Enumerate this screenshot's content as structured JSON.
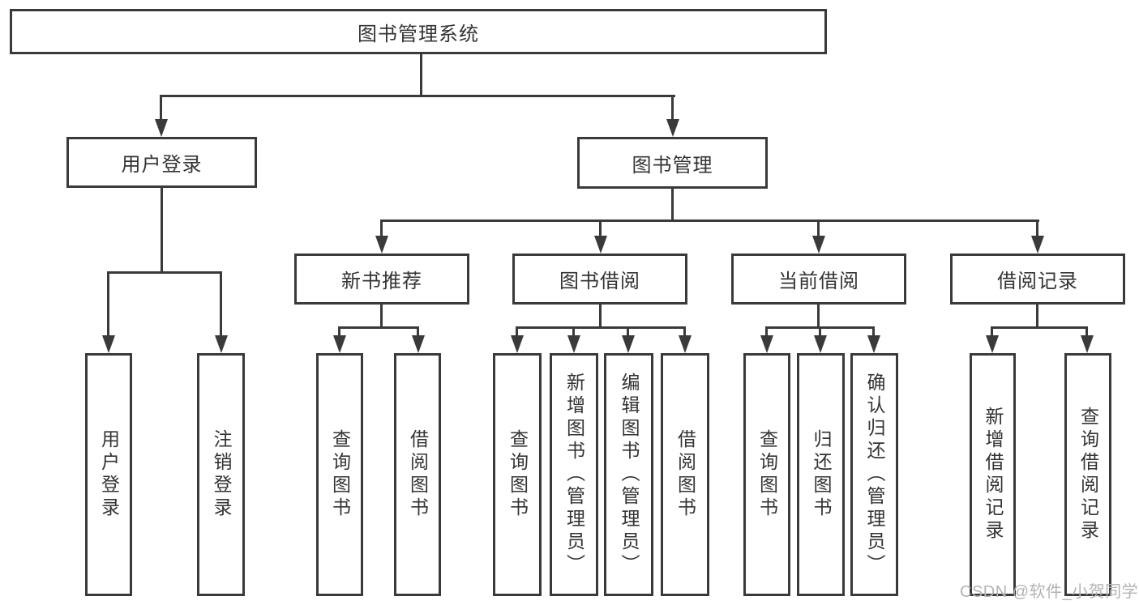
{
  "root_label": "图书管理系统",
  "level2": {
    "user_login": "用户登录",
    "book_mgmt": "图书管理"
  },
  "level3": {
    "new_book_rec": "新书推荐",
    "book_borrow": "图书借阅",
    "current_borrow": "当前借阅",
    "borrow_records": "借阅记录"
  },
  "leaves": {
    "user_login": [
      "用户登录",
      "注销登录"
    ],
    "new_book_rec": [
      "查询图书",
      "借阅图书"
    ],
    "book_borrow": [
      "查询图书",
      "新增图书（管理员）",
      "编辑图书（管理员）",
      "借阅图书"
    ],
    "current_borrow": [
      "查询图书",
      "归还图书",
      "确认归还（管理员）"
    ],
    "borrow_records": [
      "新增借阅记录",
      "查询借阅记录"
    ]
  },
  "watermark": "CSDN @软件_小贺同学",
  "colors": {
    "line": "#3a3a3a",
    "text": "#333333",
    "watermark": "#b3b3b3",
    "background": "#ffffff"
  }
}
